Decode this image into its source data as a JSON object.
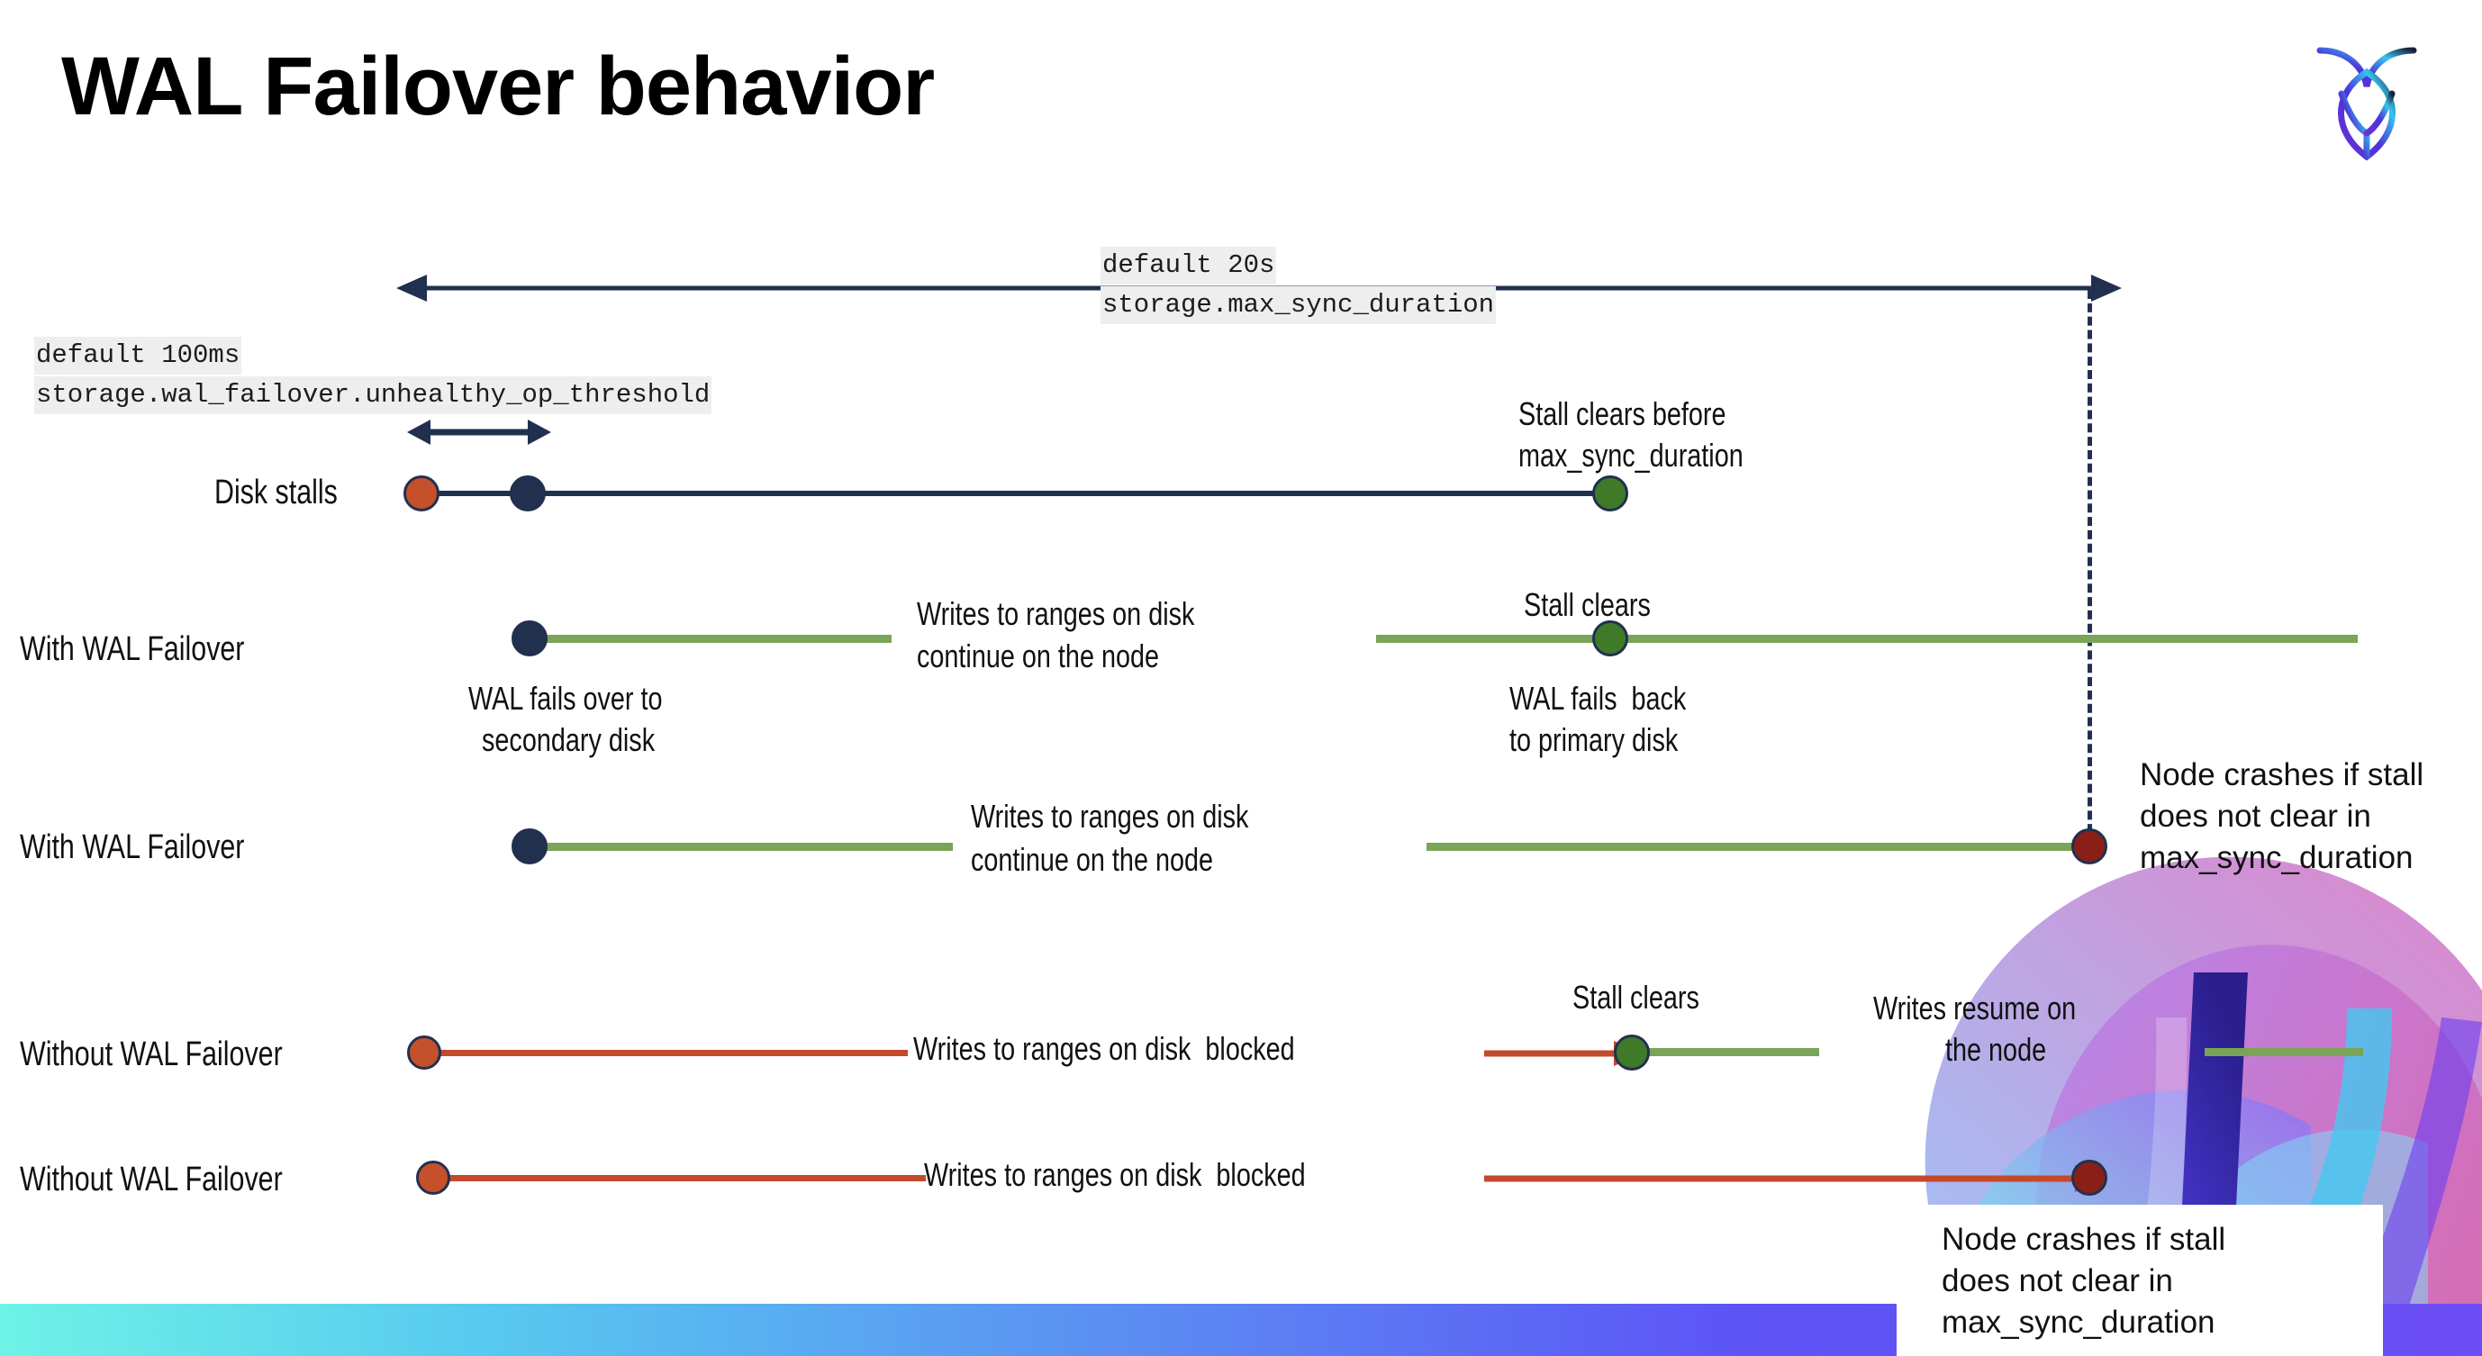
{
  "slide": {
    "title": "WAL Failover behavior",
    "logo_name": "cockroachdb-logo"
  },
  "annotations": {
    "max_sync_default": "default 20s",
    "max_sync_setting": "storage.max_sync_duration",
    "unhealthy_default": "default 100ms",
    "unhealthy_setting": "storage.wal_failover.unhealthy_op_threshold"
  },
  "rows": [
    {
      "label": "Disk stalls",
      "notes": {
        "stall_clears_before": "Stall clears before",
        "stall_clears_before_2": "max_sync_duration"
      }
    },
    {
      "label": "With WAL Failover",
      "notes": {
        "writes_continue_1": "Writes to ranges on disk",
        "writes_continue_2": "continue on the node",
        "stall_clears": "Stall clears",
        "fails_back_1": "WAL fails  back",
        "fails_back_2": "to primary disk",
        "fails_over_1": "WAL fails over to",
        "fails_over_2": "secondary disk"
      }
    },
    {
      "label": "With WAL Failover",
      "notes": {
        "writes_continue_1": "Writes to ranges on disk",
        "writes_continue_2": "continue on the node",
        "crash_1": "Node crashes if stall",
        "crash_2": "does not clear in",
        "crash_3": "max_sync_duration"
      }
    },
    {
      "label": "Without WAL Failover",
      "notes": {
        "writes_blocked": "Writes to ranges on disk  blocked",
        "stall_clears": "Stall clears",
        "writes_resume_1": "Writes resume on",
        "writes_resume_2": "the node"
      }
    },
    {
      "label": "Without WAL Failover",
      "notes": {
        "writes_blocked": "Writes to ranges on disk  blocked",
        "crash_1": "Node crashes if stall",
        "crash_2": "does not clear in",
        "crash_3": "max_sync_duration"
      }
    }
  ],
  "colors": {
    "navy": "#22304f",
    "green_line": "#7aa457",
    "red_line": "#c4492b",
    "green_dot": "#3f7a29",
    "red_dot": "#c4502c",
    "dark_red_dot": "#8a1f18",
    "code_chip_bg": "#eeeeee"
  }
}
